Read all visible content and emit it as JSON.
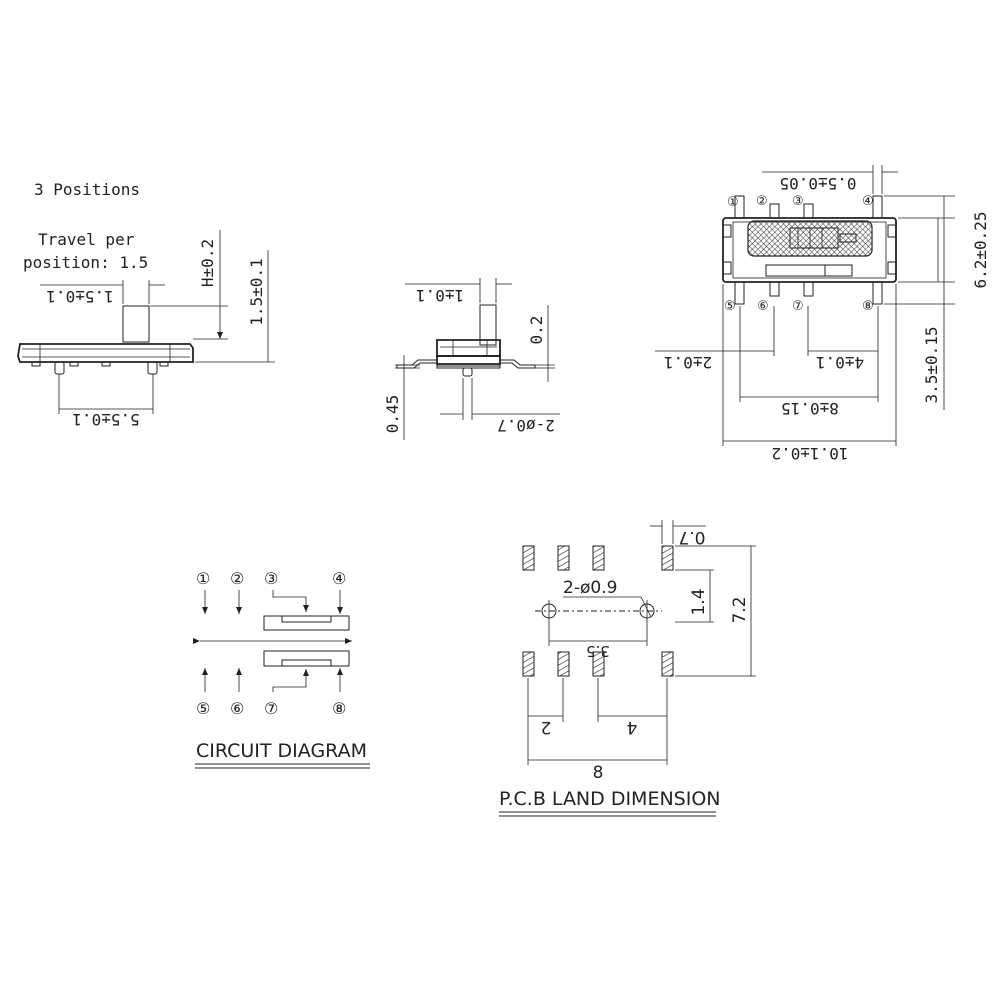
{
  "notes": {
    "positions": "3 Positions",
    "travel_line1": "Travel per",
    "travel_line2": "position: 1.5"
  },
  "side_view": {
    "dim_knob_width": "1.5±0.1",
    "dim_height_h": "H±0.2",
    "dim_knob_height": "1.5±0.1",
    "dim_pin_pitch": "5.5±0.1"
  },
  "end_view": {
    "dim_knob_width": "1±0.1",
    "dim_offset": "0.2",
    "dim_lead": "0.45",
    "dim_post": "2-ø0.7"
  },
  "top_view": {
    "dim_tab": "0.5±0.05",
    "dim_width": "6.2±0.25",
    "dim_lead_span": "3.5±0.15",
    "dim_pitch_2": "2±0.1",
    "dim_pitch_4": "4±0.1",
    "dim_span_8": "8±0.15",
    "dim_length": "10.1±0.2",
    "pin_labels": [
      "①",
      "②",
      "③",
      "④",
      "⑤",
      "⑥",
      "⑦",
      "⑧"
    ]
  },
  "circuit": {
    "title": "CIRCUIT DIAGRAM",
    "pin_labels": [
      "①",
      "②",
      "③",
      "④",
      "⑤",
      "⑥",
      "⑦",
      "⑧"
    ]
  },
  "pcb": {
    "title": "P.C.B LAND DIMENSION",
    "dim_pad": "0.7",
    "dim_holes": "2-ø0.9",
    "dim_row_gap": "1.4",
    "dim_total_h": "7.2",
    "dim_hole_pitch": "3.5",
    "dim_pitch_2": "2",
    "dim_pitch_4": "4",
    "dim_total_w": "8"
  }
}
